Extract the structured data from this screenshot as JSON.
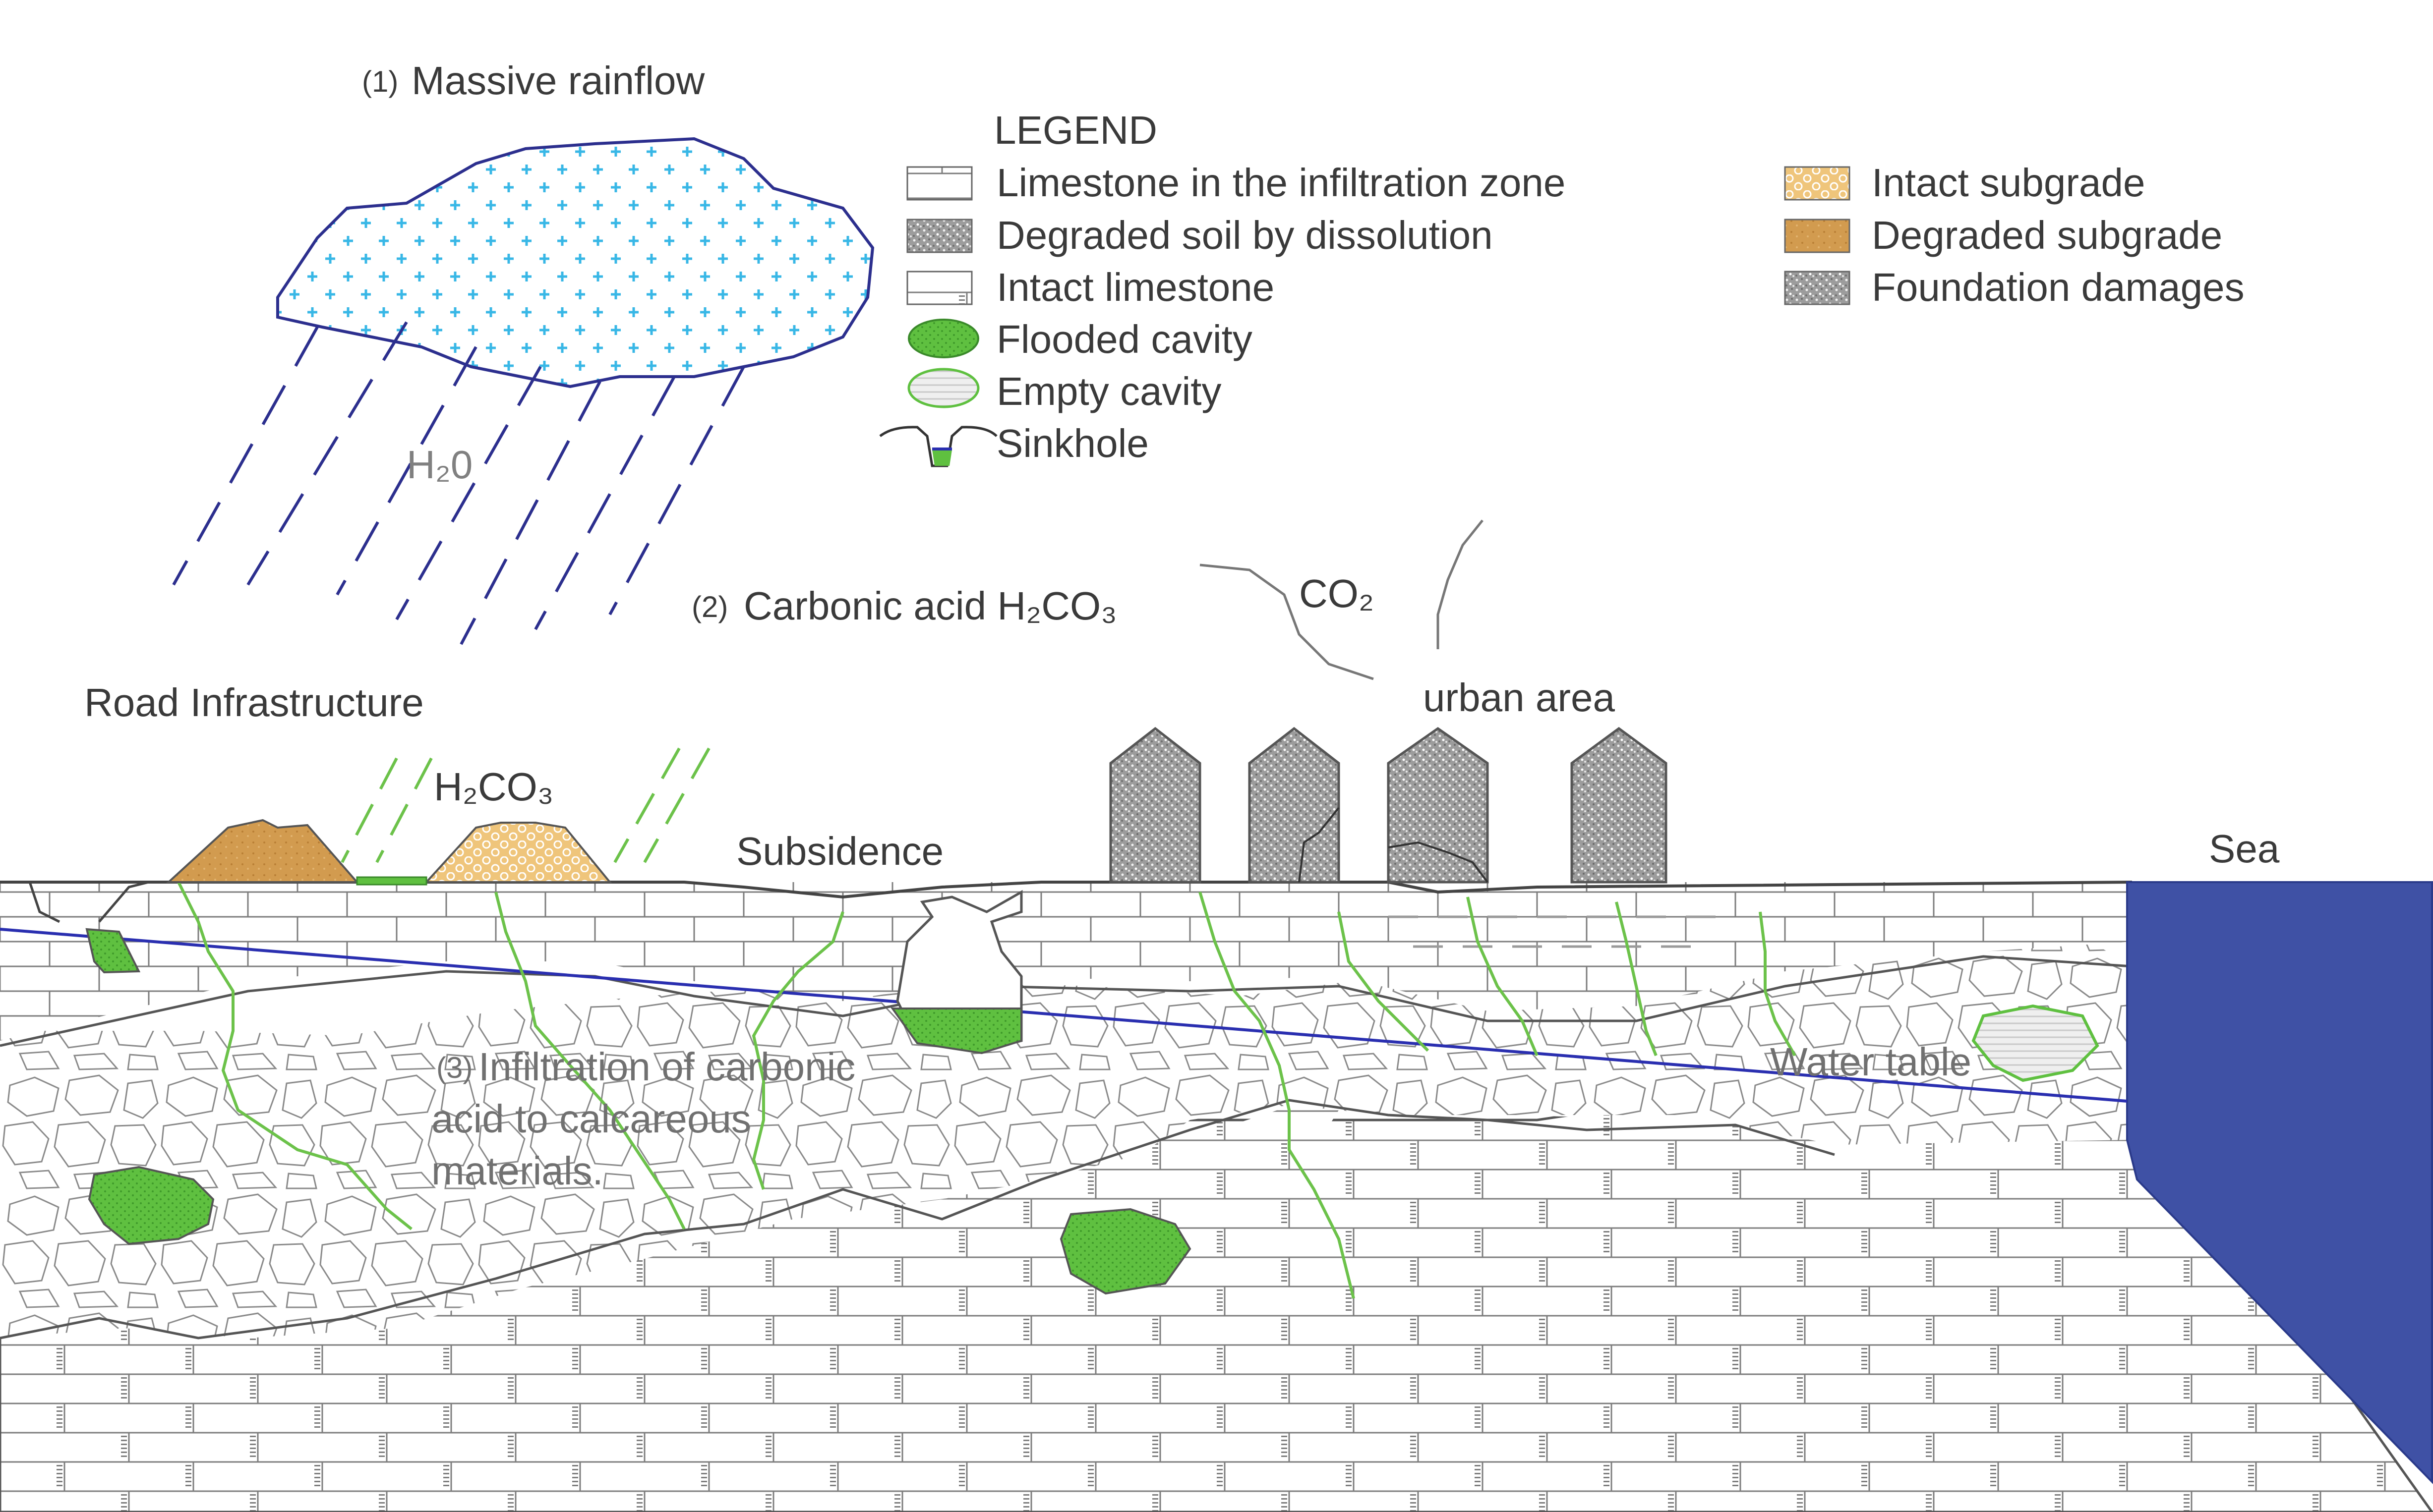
{
  "labels": {
    "rainfall_num": "(1)",
    "rainfall": "Massive rainflow",
    "h2o": "H₂0",
    "carbonic_num": "(2)",
    "carbonic": "Carbonic acid H₂CO₃",
    "co2": "CO₂",
    "road": "Road Infrastructure",
    "h2co3_road": "H₂CO₃",
    "urban": "urban area",
    "subsidence": "Subsidence",
    "sea": "Sea",
    "infiltration_num": "(3)",
    "infiltration_line1": "Infiltration of carbonic",
    "infiltration_line2": "acid to calcareous",
    "infiltration_line3": "materials.",
    "water_table": "Water table"
  },
  "legend": {
    "title": "LEGEND",
    "items_left": [
      "Limestone in the infiltration zone",
      "Degraded soil by dissolution",
      "Intact limestone",
      "Flooded cavity",
      "Empty cavity",
      "Sinkhole"
    ],
    "items_right": [
      "Intact subgrade",
      "Degraded subgrade",
      "Foundation damages"
    ]
  },
  "colors": {
    "sea": "#3f51a5",
    "cloud_outline": "#2c2f8e",
    "rain": "#2c2f8e",
    "cloud_fill_dots": "#38b7e6",
    "cavity_green": "#5fc040",
    "crack_green": "#6cc24a",
    "water_table": "#2a2fb0",
    "subgrade_degraded": "#d29b4f",
    "subgrade_intact": "#efc57b",
    "building_gray": "#9a9a9a"
  }
}
